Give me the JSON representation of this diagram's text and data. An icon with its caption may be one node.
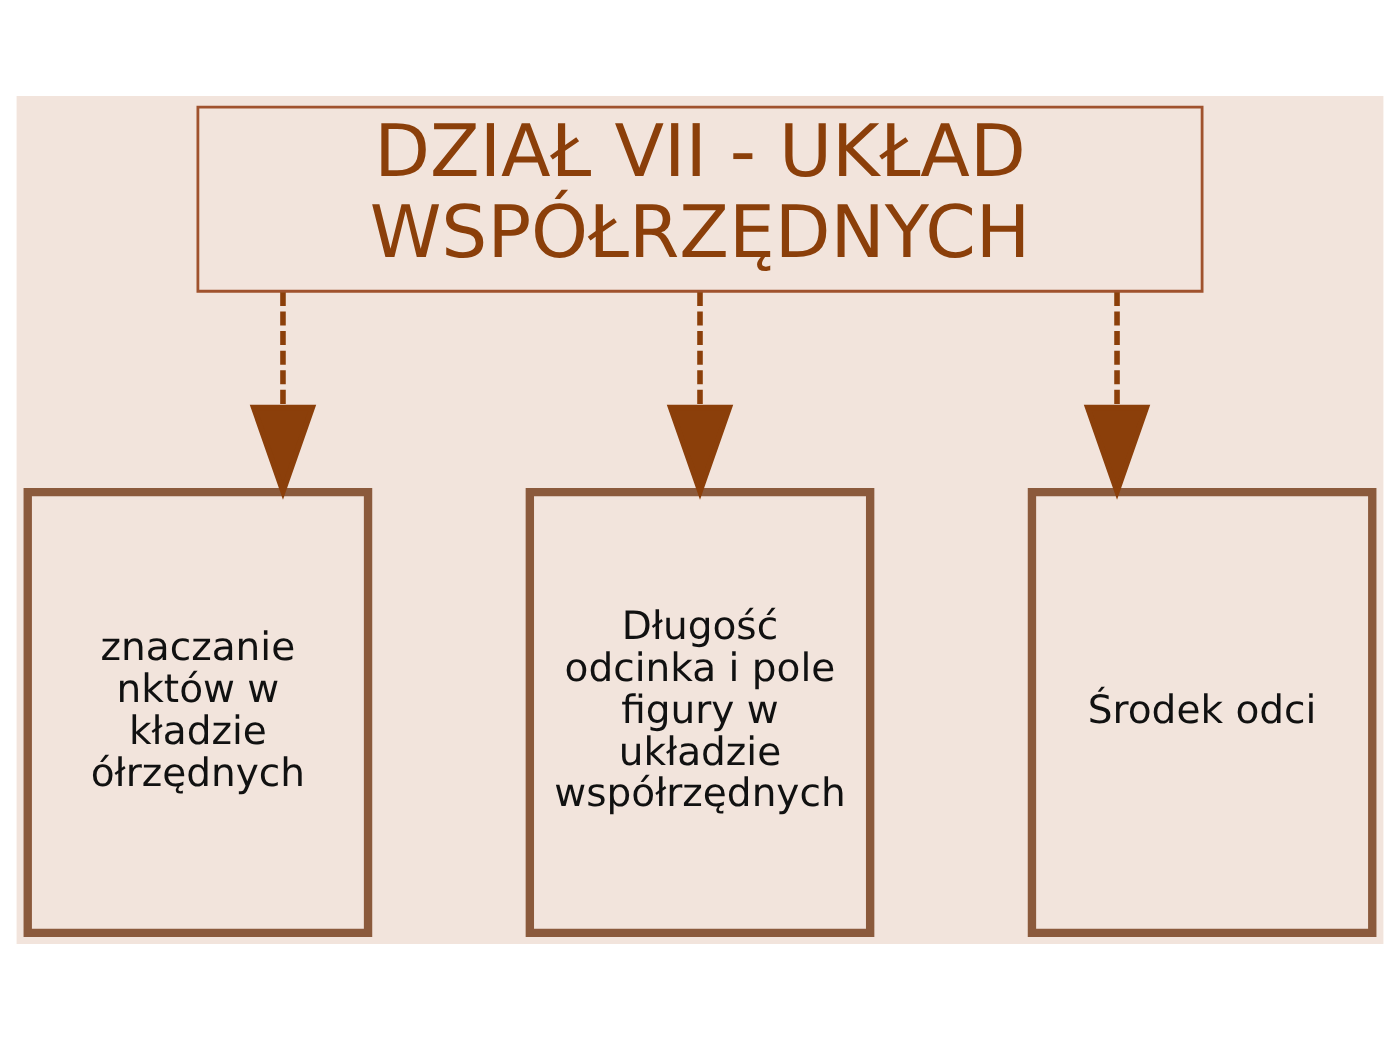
{
  "diagram": {
    "nodes": [
      {
        "text": [
          "DZIAŁ VII - UKŁAD WSPÓŁRZĘDNYCH"
        ]
      },
      {
        "text": [
          "znaczanie nktów w kładzie ółrzędnych"
        ]
      },
      {
        "text": [
          "Długość odcinka i pole figury w układzie współrzędnych"
        ]
      },
      {
        "text": [
          "Środek odci"
        ]
      }
    ],
    "edges": [
      {
        "from": 0,
        "to": 1,
        "arrow": "to",
        "style": "dashed"
      },
      {
        "from": 0,
        "to": 2,
        "arrow": "to",
        "style": "dashed"
      },
      {
        "from": 0,
        "to": 3,
        "arrow": "to",
        "style": "dashed"
      }
    ]
  }
}
